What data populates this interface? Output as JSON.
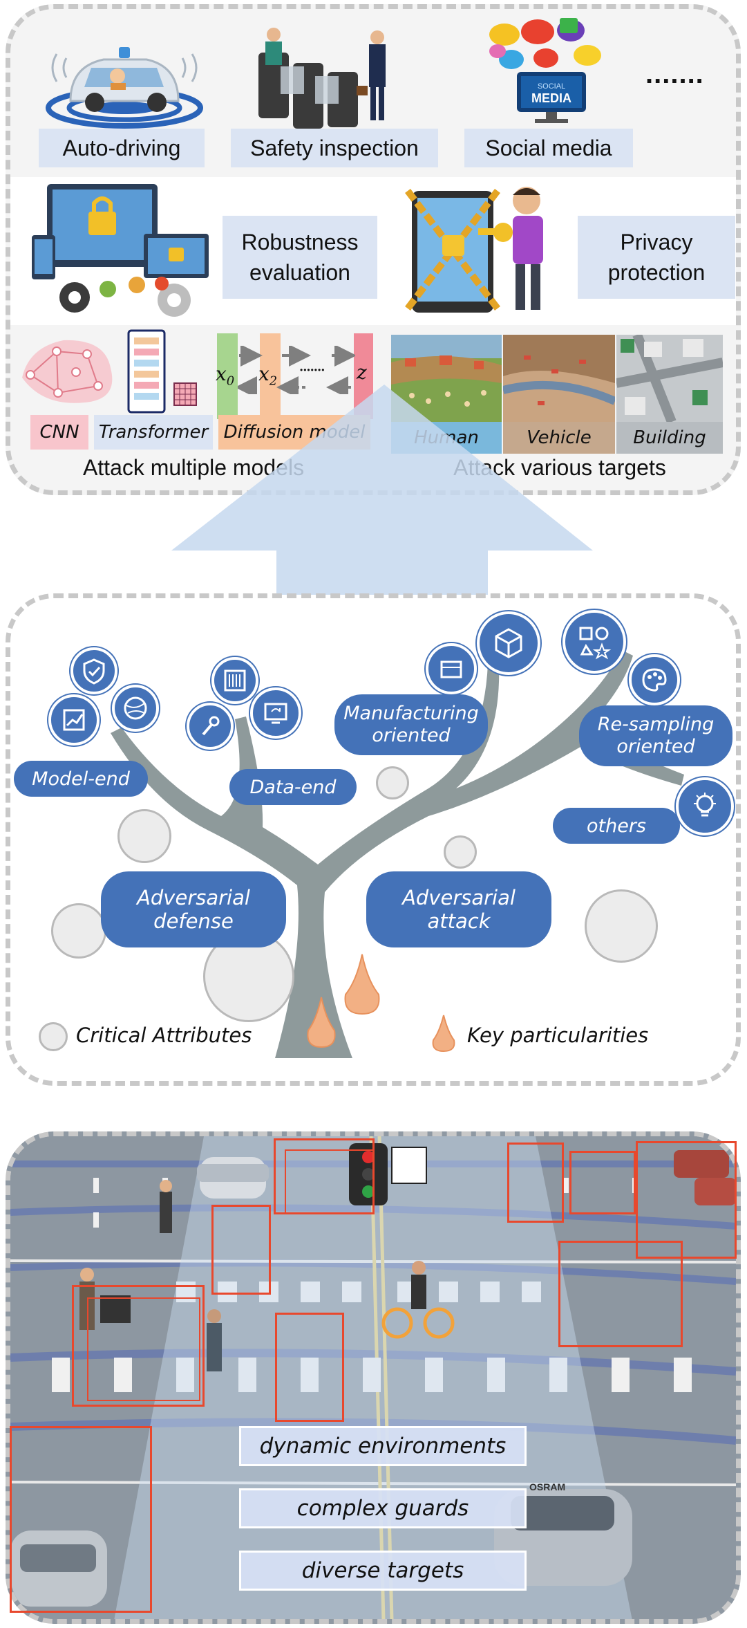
{
  "top": {
    "applications": [
      "Auto-driving",
      "Safety inspection",
      "Social media"
    ],
    "ellipsis": ".......",
    "social_icon_text": "SOCIAL",
    "social_icon_text2": "MEDIA",
    "robustness": "Robustness evaluation",
    "privacy": "Privacy protection",
    "models": [
      "CNN",
      "Transformer",
      "Diffusion model"
    ],
    "targets": [
      "Human",
      "Vehicle",
      "Building"
    ],
    "attack_models": "Attack multiple models",
    "attack_targets": "Attack various targets",
    "diffusion_vars": {
      "x0": "x",
      "x0_sub": "0",
      "x2": "x",
      "x2_sub": "2",
      "dots": "•••••••",
      "z": "z"
    }
  },
  "middle": {
    "model_end": "Model-end",
    "data_end": "Data-end",
    "manufacturing": "Manufacturing oriented",
    "resampling": "Re-sampling oriented",
    "others": "others",
    "defense": "Adversarial defense",
    "attack": "Adversarial attack",
    "legend_critical": "Critical Attributes",
    "legend_key": "Key particularities"
  },
  "bottom": {
    "challenges": [
      "dynamic environments",
      "complex guards",
      "diverse targets"
    ],
    "osram": "OSRAM"
  },
  "colors": {
    "accent": "#4472b8",
    "label_bg": "#dbe4f3",
    "arrow": "#c6d8ee",
    "tree": "#8e9a9b",
    "drop": "#f2b084",
    "bbox": "#e8482d"
  }
}
